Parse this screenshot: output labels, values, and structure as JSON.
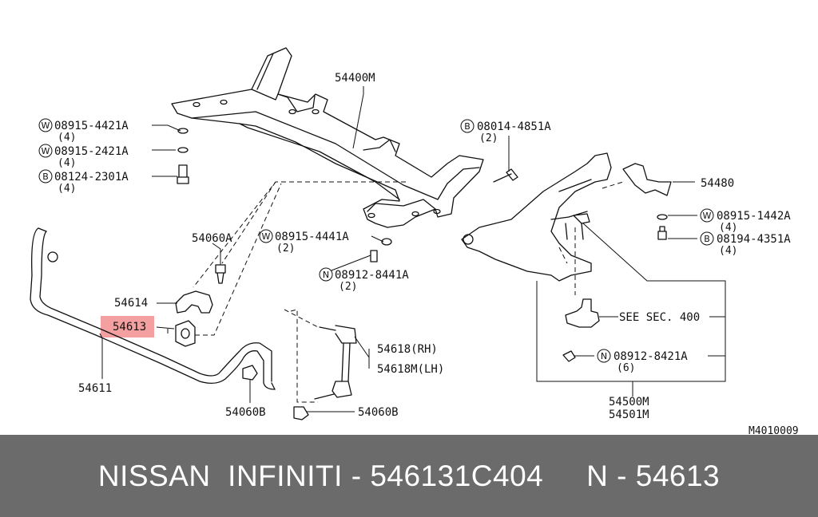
{
  "diagram": {
    "highlight_color": "#f4a0a0",
    "labels": {
      "crossmember": "54400M",
      "bolt_w1": "08915-4421A",
      "bolt_w1_qty": "(4)",
      "bolt_w2": "08915-2421A",
      "bolt_w2_qty": "(4)",
      "bolt_b1": "08124-2301A",
      "bolt_b1_qty": "(4)",
      "bolt_b2": "08014-4851A",
      "bolt_b2_qty": "(2)",
      "bracket": "54480",
      "washer_w3": "08915-1442A",
      "washer_w3_qty": "(4)",
      "bolt_b3": "08194-4351A",
      "bolt_b3_qty": "(4)",
      "washer_w4": "08915-4441A",
      "washer_w4_qty": "(2)",
      "nut_n1": "08912-8441A",
      "nut_n1_qty": "(2)",
      "bolt_54060a": "54060A",
      "clamp": "54614",
      "bushing": "54613",
      "stabilizer": "54611",
      "link_rh": "54618(RH)",
      "link_lh": "54618M(LH)",
      "nut_54060b_left": "54060B",
      "nut_54060b_right": "54060B",
      "see_sec": "SEE SEC. 400",
      "nut_n2": "08912-8421A",
      "nut_n2_qty": "(6)",
      "arm_rh": "54500M",
      "arm_lh": "54501M",
      "figure_code": "M4010009"
    },
    "badges": {
      "w": "W",
      "b": "B",
      "n": "N"
    }
  },
  "footer": {
    "text": "NISSAN  INFINITI - 546131C404     N - 54613"
  }
}
